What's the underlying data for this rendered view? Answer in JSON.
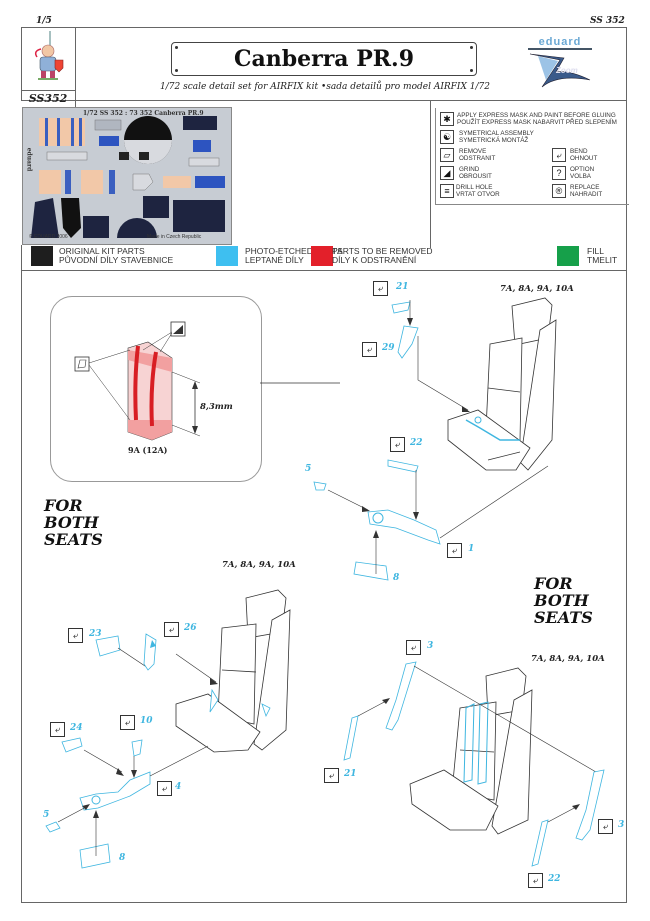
{
  "header": {
    "page_number": "1/5",
    "set_code_top": "SS 352",
    "set_code_box": "SS352",
    "title": "Canberra PR.9",
    "subtitle": "1/72 scale detail set for AIRFIX kit •sada detailů pro model AIRFIX 1/72",
    "logo_text": "eduard",
    "logo_sub": "Zoom"
  },
  "fret": {
    "title": "1/72   SS 352 : 73 352   Canberra PR.9",
    "brand": "eduard",
    "copyright": "© EDUARD 2006",
    "made_in": "Made in Czech Republic"
  },
  "legend": {
    "items": [
      {
        "icon": "star-icon",
        "glyph": "✱",
        "en": "APPLY EXPRESS MASK AND PAINT BEFORE GLUING",
        "cz": "POUŽÍT EXPRESS MASK NABARVIT PŘED SLEPENÍM"
      },
      {
        "icon": "symmetry-icon",
        "glyph": "☯",
        "en": "SYMETRICAL ASSEMBLY",
        "cz": "SYMETRICKÁ MONTÁŽ"
      },
      {
        "icon": "remove-icon",
        "glyph": "▱",
        "en": "REMOVE",
        "cz": "ODSTRANIT"
      },
      {
        "icon": "bend-icon",
        "glyph": "⤶",
        "en": "BEND",
        "cz": "OHNOUT"
      },
      {
        "icon": "grind-icon",
        "glyph": "◢",
        "en": "GRIND",
        "cz": "OBROUSIT"
      },
      {
        "icon": "option-icon",
        "glyph": "?",
        "en": "OPTION",
        "cz": "VOLBA"
      },
      {
        "icon": "drill-icon",
        "glyph": "≡",
        "en": "DRILL HOLE",
        "cz": "VRTAT OTVOR"
      },
      {
        "icon": "replace-icon",
        "glyph": "®",
        "en": "REPLACE",
        "cz": "NAHRADIT"
      }
    ]
  },
  "color_legend": [
    {
      "color": "#1e1e1e",
      "en": "ORIGINAL KIT PARTS",
      "cz": "PŮVODNÍ DÍLY STAVEBNICE"
    },
    {
      "color": "#3ebff0",
      "en": "PHOTO-ETCHED PARTS",
      "cz": "LEPTANÉ DÍLY"
    },
    {
      "color": "#e3202a",
      "en": "PARTS TO BE REMOVED",
      "cz": "DÍLY K ODSTRANĚNÍ"
    },
    {
      "color": "#16a04a",
      "en": "FILL",
      "cz": "TMELIT"
    }
  ],
  "detail": {
    "part_label": "9A (12A)",
    "dimension": "8,3mm"
  },
  "steps": {
    "seat_parts_label": "7A, 8A, 9A, 10A",
    "for_both_seats": [
      "FOR",
      "BOTH",
      "SEATS"
    ],
    "parts": {
      "p21a": "21",
      "p29": "29",
      "p22a": "22",
      "p5a": "5",
      "p1": "1",
      "p8a": "8",
      "p23": "23",
      "p26": "26",
      "p24": "24",
      "p10": "10",
      "p4": "4",
      "p5b": "5",
      "p8b": "8",
      "p3a": "3",
      "p21b": "21",
      "p3b": "3",
      "p22b": "22"
    }
  },
  "colors": {
    "pe_blue": "#3fb6e0",
    "remove_red": "#e3202a",
    "frame_grey": "#666666"
  }
}
